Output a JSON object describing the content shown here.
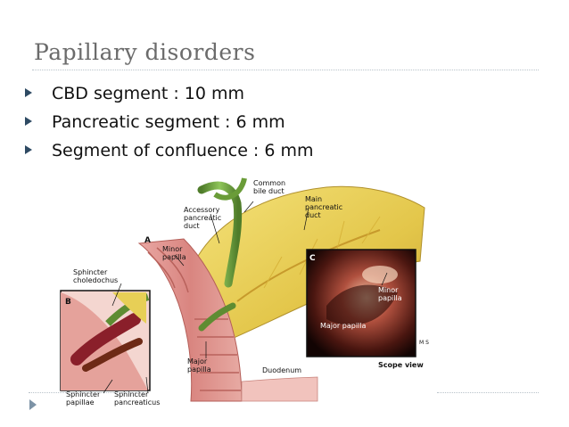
{
  "slide": {
    "title": "Papillary disorders",
    "bullets": [
      "CBD segment : 10 mm",
      "Pancreatic segment : 6 mm",
      "Segment of confluence : 6 mm"
    ]
  },
  "illustration": {
    "panel_a": "A",
    "panel_b": "B",
    "panel_c": "C",
    "labels": {
      "common_bile_duct": "Common bile duct",
      "main_pancreatic_duct": "Main pancreatic duct",
      "accessory_pancreatic_duct": "Accessory pancreatic duct",
      "minor_papilla": "Minor papilla",
      "sphincter_choledochus": "Sphincter choledochus",
      "major_papilla": "Major papilla",
      "duodenum": "Duodenum",
      "sphincter_papillae": "Sphincter papillae",
      "sphincter_pancreaticus": "Sphincter pancreaticus",
      "scope_minor_papilla": "Minor papilla",
      "scope_major_papilla": "Major papilla",
      "scope_view": "Scope view",
      "watermark": "M S"
    }
  }
}
